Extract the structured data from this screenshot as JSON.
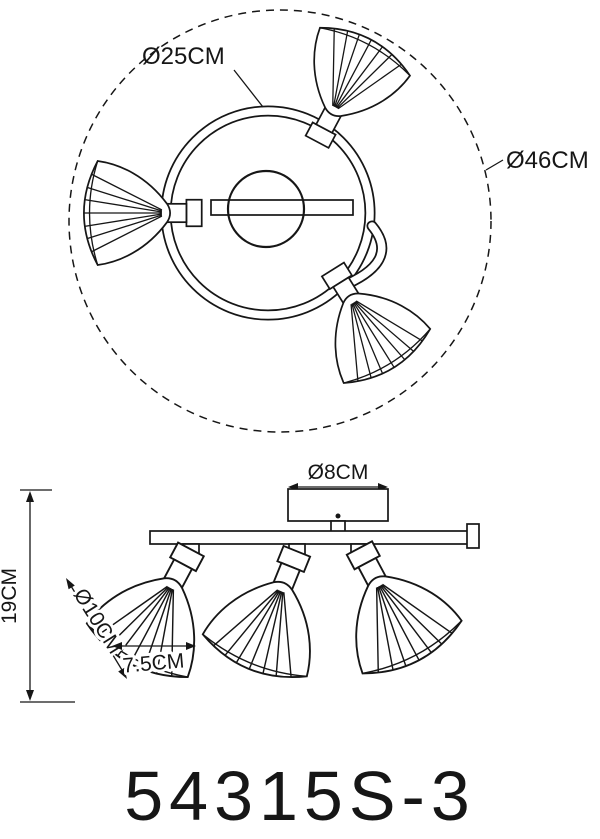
{
  "model_number": "54315S-3",
  "top_view": {
    "inner_diameter_label": "Ø25CM",
    "outer_diameter_label": "Ø46CM"
  },
  "front_view": {
    "canopy_diameter_label": "Ø8CM",
    "height_label": "19CM",
    "shade_diameter_label": "Ø10CM",
    "shade_depth_label": "7.5CM"
  },
  "colors": {
    "line": "#161616",
    "background": "#ffffff"
  }
}
